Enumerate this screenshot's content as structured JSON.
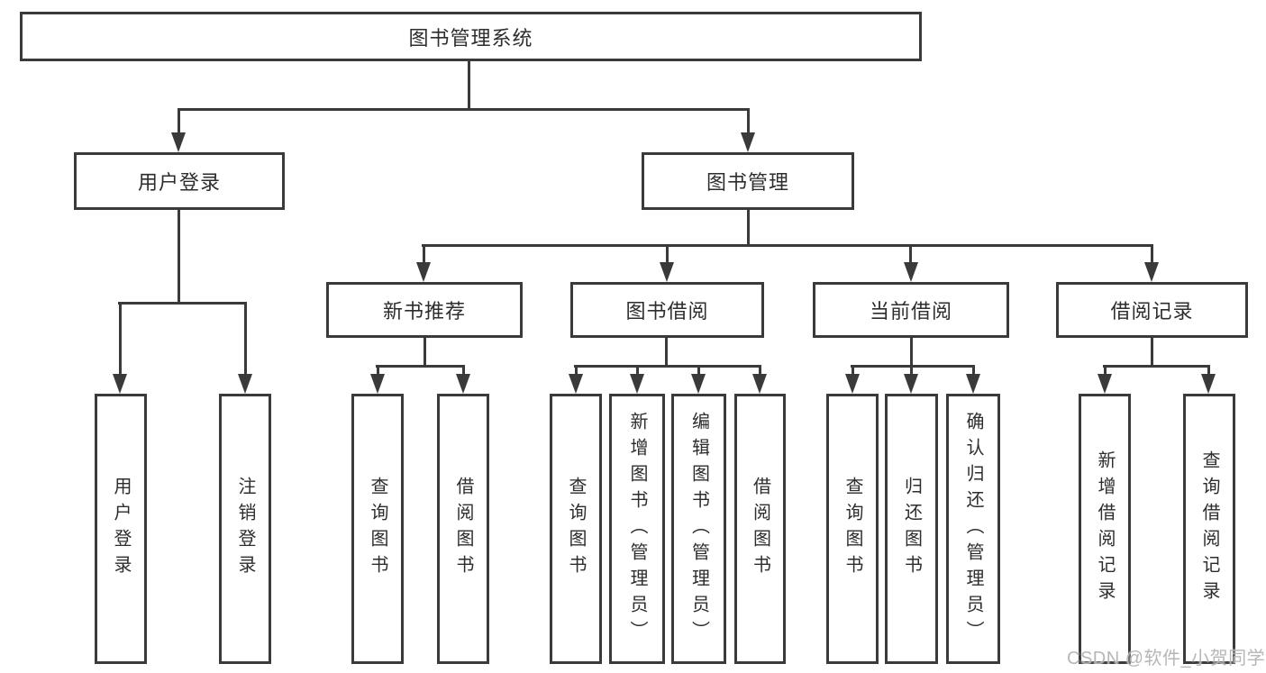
{
  "diagram": {
    "title": "图书管理系统",
    "nodes": {
      "root": {
        "label": "图书管理系统"
      },
      "login": {
        "label": "用户登录"
      },
      "mgmt": {
        "label": "图书管理"
      },
      "rec": {
        "label": "新书推荐"
      },
      "borrow": {
        "label": "图书借阅"
      },
      "current": {
        "label": "当前借阅"
      },
      "records": {
        "label": "借阅记录"
      },
      "leaf_user_login": {
        "label": "用户登录"
      },
      "leaf_logout": {
        "label": "注销登录"
      },
      "leaf_rec_query": {
        "label": "查询图书"
      },
      "leaf_rec_borrow": {
        "label": "借阅图书"
      },
      "leaf_bor_query": {
        "label": "查询图书"
      },
      "leaf_bor_add": {
        "label": "新增图书（管理员）"
      },
      "leaf_bor_edit": {
        "label": "编辑图书（管理员）"
      },
      "leaf_bor_borrow": {
        "label": "借阅图书"
      },
      "leaf_cur_query": {
        "label": "查询图书"
      },
      "leaf_cur_return": {
        "label": "归还图书"
      },
      "leaf_cur_confirm": {
        "label": "确认归还（管理员）"
      },
      "leaf_recd_add": {
        "label": "新增借阅记录"
      },
      "leaf_recd_query": {
        "label": "查询借阅记录"
      }
    },
    "edges": [
      [
        "root",
        "login"
      ],
      [
        "root",
        "mgmt"
      ],
      [
        "login",
        "leaf_user_login"
      ],
      [
        "login",
        "leaf_logout"
      ],
      [
        "mgmt",
        "rec"
      ],
      [
        "mgmt",
        "borrow"
      ],
      [
        "mgmt",
        "current"
      ],
      [
        "mgmt",
        "records"
      ],
      [
        "rec",
        "leaf_rec_query"
      ],
      [
        "rec",
        "leaf_rec_borrow"
      ],
      [
        "borrow",
        "leaf_bor_query"
      ],
      [
        "borrow",
        "leaf_bor_add"
      ],
      [
        "borrow",
        "leaf_bor_edit"
      ],
      [
        "borrow",
        "leaf_bor_borrow"
      ],
      [
        "current",
        "leaf_cur_query"
      ],
      [
        "current",
        "leaf_cur_return"
      ],
      [
        "current",
        "leaf_cur_confirm"
      ],
      [
        "records",
        "leaf_recd_add"
      ],
      [
        "records",
        "leaf_recd_query"
      ]
    ],
    "colors": {
      "line": "#3a3a3a",
      "text": "#2d2d2d",
      "background": "#ffffff",
      "watermark": "#b3b3b3"
    }
  },
  "watermark": {
    "text": "CSDN @软件_小贺同学"
  }
}
